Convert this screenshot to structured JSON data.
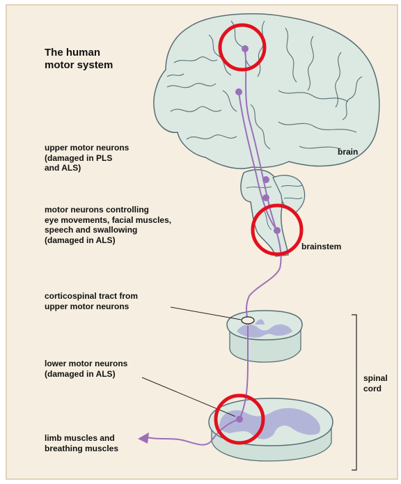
{
  "title": "The human\nmotor system",
  "labels": {
    "upper_motor": "upper motor neurons\n(damaged in PLS\nand ALS)",
    "brainstem_motor": "motor neurons controlling\neye movements, facial muscles,\nspeech and swallowing\n(damaged in ALS)",
    "corticospinal": "corticospinal tract from\nupper motor neurons",
    "lower_motor": "lower motor neurons\n(damaged in  ALS)",
    "limb_muscles": "limb muscles and\nbreathing muscles",
    "brain": "brain",
    "brainstem": "brainstem",
    "spinal_cord": "spinal\ncord"
  },
  "colors": {
    "background": "#f6eee1",
    "tissue": "#dbe9e2",
    "outline": "#566e74",
    "grey_matter": "#b3b5d8",
    "neuron": "#9b6fb8",
    "highlight": "#e3101e"
  },
  "highlights": [
    "brain-top-highlight",
    "brainstem-highlight",
    "lower-motor-highlight"
  ]
}
